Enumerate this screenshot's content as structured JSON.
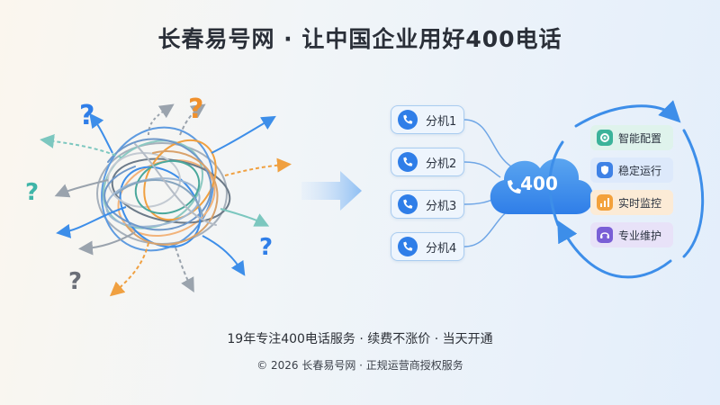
{
  "title": "长春易号网 · 让中国企业用好400电话",
  "extensions": [
    {
      "label": "分机1",
      "icon": "phone-icon"
    },
    {
      "label": "分机2",
      "icon": "phone-icon"
    },
    {
      "label": "分机3",
      "icon": "phone-icon"
    },
    {
      "label": "分机4",
      "icon": "phone-icon"
    }
  ],
  "cloud_label": "400",
  "features": [
    {
      "label": "智能配置",
      "icon": "gear-icon",
      "color": "#3bb39a",
      "bg": "#dff3ec"
    },
    {
      "label": "稳定运行",
      "icon": "shield-icon",
      "color": "#3f82e6",
      "bg": "#dde9fb"
    },
    {
      "label": "实时监控",
      "icon": "chart-icon",
      "color": "#f3a13b",
      "bg": "#fcebd6"
    },
    {
      "label": "专业维护",
      "icon": "headset-icon",
      "color": "#7a5fd6",
      "bg": "#e8e2f8"
    }
  ],
  "question_marks": [
    {
      "symbol": "?",
      "color": "#2f7ee8"
    },
    {
      "symbol": "?",
      "color": "#f0902c"
    },
    {
      "symbol": "?",
      "color": "#3fb5a8"
    },
    {
      "symbol": "?",
      "color": "#2f7ee8"
    },
    {
      "symbol": "?",
      "color": "#6b6f78"
    }
  ],
  "slogan": "19年专注400电话服务 · 续费不涨价 · 当天开通",
  "copyright": "© 2026 长春易号网 · 正规运营商授权服务",
  "colors": {
    "accent": "#2f7ee8",
    "cloud": "#3d8ee9",
    "orange": "#f0902c",
    "teal": "#3fb5a8"
  }
}
